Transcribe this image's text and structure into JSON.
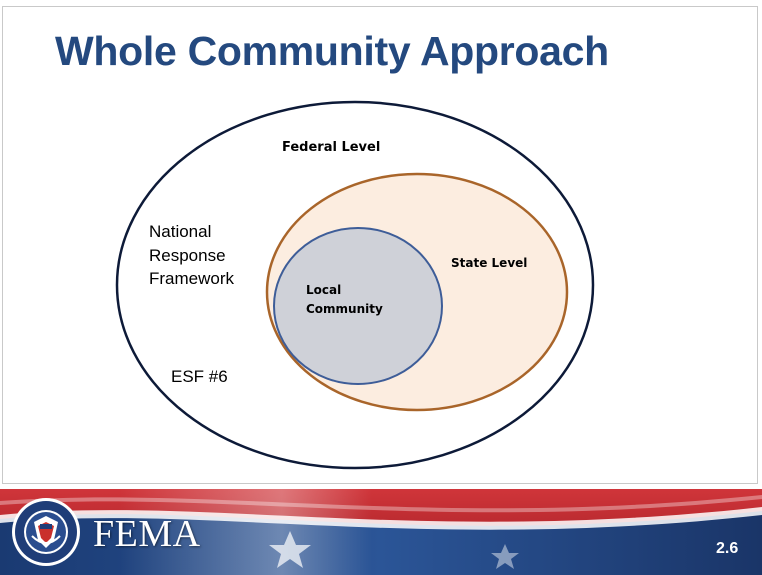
{
  "slide": {
    "title": "Whole Community Approach",
    "page_number": "2.6"
  },
  "diagram": {
    "outer_circle": {
      "label": "Federal Level",
      "side_labels": [
        "National",
        "Response",
        "Framework"
      ],
      "bottom_label": "ESF #6",
      "stroke": "#0d1a38"
    },
    "middle_circle": {
      "label": "State Level",
      "fill": "#fcede0",
      "stroke": "#a9652a"
    },
    "inner_circle": {
      "label_lines": [
        "Local",
        "Community"
      ],
      "fill": "#cfd1d8",
      "stroke": "#3e5d98"
    }
  },
  "footer": {
    "brand": "FEMA",
    "seal_icon": "dhs-seal-icon"
  },
  "colors": {
    "title": "#24497f",
    "footer_red": "#b8242a",
    "footer_blue": "#1d3f79"
  }
}
